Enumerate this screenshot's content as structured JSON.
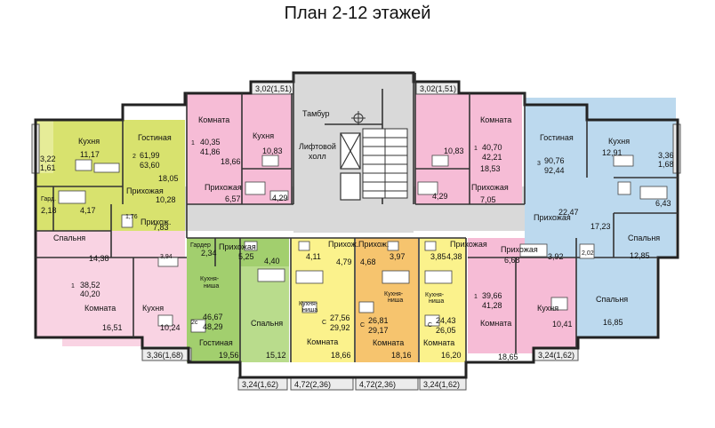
{
  "title": "План 2-12 этажей",
  "colors": {
    "yellow_green": "#d8e26e",
    "pink": "#f6bcd6",
    "light_pink": "#f9d3e3",
    "green": "#a2cf6e",
    "yellow": "#fbf28c",
    "orange": "#f6c46e",
    "blue": "#bcd9ee",
    "corridor": "#d9d9d9",
    "balcony": "#ececec"
  },
  "apartments": [
    {
      "id": "a1",
      "rooms": "2",
      "area_living": "61,99",
      "area_total": "63,60"
    },
    {
      "id": "a2",
      "rooms": "1",
      "area_living": "38,52",
      "area_total": "40,20"
    },
    {
      "id": "a3",
      "rooms": "1",
      "area_living": "40,35",
      "area_total": "41,86"
    },
    {
      "id": "a4",
      "rooms": "2c",
      "area_living": "46,67",
      "area_total": "48,29"
    },
    {
      "id": "a5",
      "rooms": "С",
      "area_living": "27,56",
      "area_total": "29,92"
    },
    {
      "id": "a6",
      "rooms": "С",
      "area_living": "26,81",
      "area_total": "29,17"
    },
    {
      "id": "a7",
      "rooms": "С",
      "area_living": "24,43",
      "area_total": "26,05"
    },
    {
      "id": "a8",
      "rooms": "1",
      "area_living": "40,70",
      "area_total": "42,21"
    },
    {
      "id": "a9",
      "rooms": "1",
      "area_living": "39,66",
      "area_total": "41,28"
    },
    {
      "id": "a10",
      "rooms": "3",
      "area_living": "90,76",
      "area_total": "92,44"
    }
  ],
  "labels": {
    "kuhnya": "Кухня",
    "gostinaya": "Гостиная",
    "prihozhaya": "Прихожая",
    "spalnya": "Спальня",
    "komnata": "Комната",
    "gard": "Гард.",
    "garder": "Гардер",
    "prihozh": "Прихож.",
    "tambur": "Тамбур",
    "lift_hall_1": "Лифтовой",
    "lift_hall_2": "холл",
    "kuhnya_nisha_1": "Кухня-",
    "kuhnya_nisha_2": "ниша"
  },
  "areas": {
    "a1_kuhnya": "11,17",
    "a1_gostinaya": "18,05",
    "a1_prihozhaya": "10,28",
    "a1_gard": "2,18",
    "a1_bath": "4,17",
    "a1_wc": "1,76",
    "a1_spalnya": "14,38",
    "a1_balcony": "3,22",
    "a1_balcony2": "1,61",
    "a2_prihozh": "7,83",
    "a2_bath": "3,94",
    "a2_komnata": "16,51",
    "a2_kuhnya": "10,24",
    "a2_balcony": "3,36(1,68)",
    "a3_balcony": "3,02(1,51)",
    "a3_komnata": "18,66",
    "a3_kuhnya": "10,83",
    "a3_prihozhaya": "6,57",
    "a3_bath": "4,29",
    "a4_garder": "2,34",
    "a4_prihozhaya": "5,25",
    "a4_bath": "4,40",
    "a4_gostinaya": "19,56",
    "a4_spalnya": "15,12",
    "a4_balcony": "3,24(1,62)",
    "a5_bath": "4,11",
    "a5_prihozh": "4,79",
    "a5_komnata": "18,66",
    "a5_balcony": "4,72(2,36)",
    "a6_prihozh": "4,68",
    "a6_bath": "3,97",
    "a6_komnata": "18,16",
    "a6_balcony": "4,72(2,36)",
    "a7_bath": "3,85",
    "a7_prihozhaya": "4,38",
    "a7_komnata": "16,20",
    "a7_balcony": "3,24(1,62)",
    "a8_balcony": "3,02(1,51)",
    "a8_kuhnya": "10,83",
    "a8_komnata": "18,53",
    "a8_bath": "4,29",
    "a8_prihozhaya": "7,05",
    "a9_prihozhaya": "6,68",
    "a9_bath": "3,92",
    "a9_komnata": "18,65",
    "a9_kuhnya": "10,41",
    "a9_balcony": "3,24(1,62)",
    "a10_gostinaya": "22,47",
    "a10_kuhnya": "12,91",
    "a10_balcony": "3,36",
    "a10_balcony2": "1,68",
    "a10_bath": "6,43",
    "a10_prihozhaya": "17,23",
    "a10_wc": "2,02",
    "a10_spalnya": "12,85",
    "a10_spalnya2": "16,85"
  }
}
